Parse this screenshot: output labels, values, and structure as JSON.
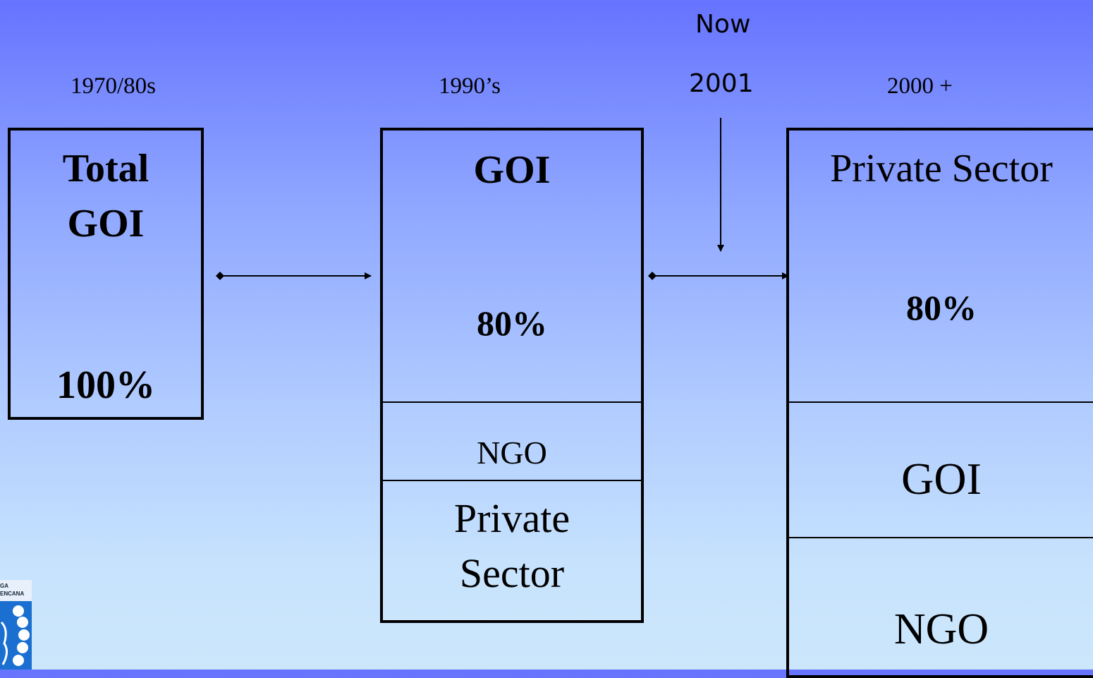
{
  "header": {
    "now_label": "Now",
    "now_year": "2001"
  },
  "eras": [
    {
      "label": "1970/80s"
    },
    {
      "label": "1990’s"
    },
    {
      "label": "2000 +"
    }
  ],
  "box_1970": {
    "title_line1": "Total",
    "title_line2": "GOI",
    "share": "100%"
  },
  "box_1990": {
    "top_title": "GOI",
    "top_share": "80%",
    "middle": "NGO",
    "bottom_line1": "Private",
    "bottom_line2": "Sector"
  },
  "box_2000": {
    "top_title": "Private Sector",
    "top_share": "80%",
    "middle": "GOI",
    "bottom": "NGO"
  },
  "logo": {
    "line1": "GA",
    "line2": "ENCANA"
  },
  "colors": {
    "bg_top": "#6673ff",
    "bg_bottom": "#cce7fb",
    "logo_blue": "#1a6fd0"
  }
}
